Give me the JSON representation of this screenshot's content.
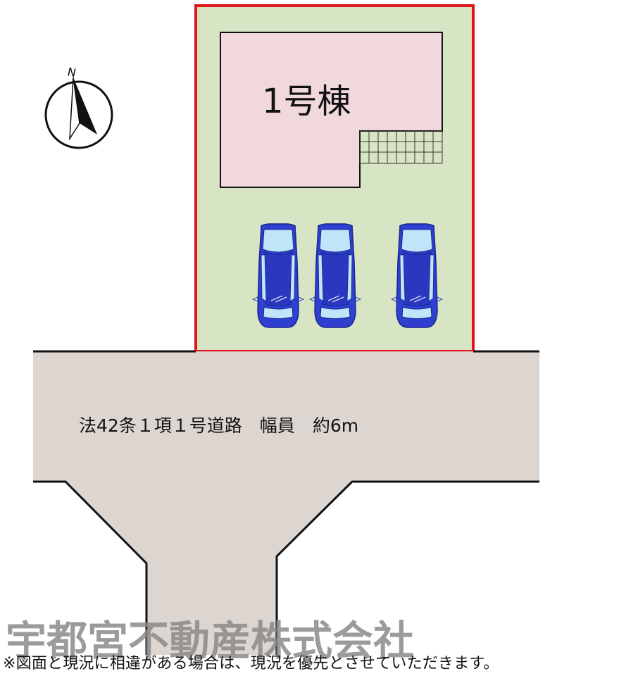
{
  "compass": {
    "label": "N",
    "icon": "north-arrow-icon"
  },
  "lot": {
    "building_label": "1号棟",
    "parking_spaces": 3,
    "colors": {
      "lot_fill": "#d8e5c4",
      "lot_border": "#e0161b",
      "building_fill": "#f0d8dc",
      "car_body": "#2f3fd0",
      "car_glass": "#bfe6f8"
    }
  },
  "road": {
    "label": "法42条１項１号道路　幅員　約6m",
    "color": "#ddd5d0"
  },
  "watermark": "宇都宮不動産株式会社",
  "disclaimer": "※図面と現況に相違がある場合は、現況を優先とさせていただきます。"
}
